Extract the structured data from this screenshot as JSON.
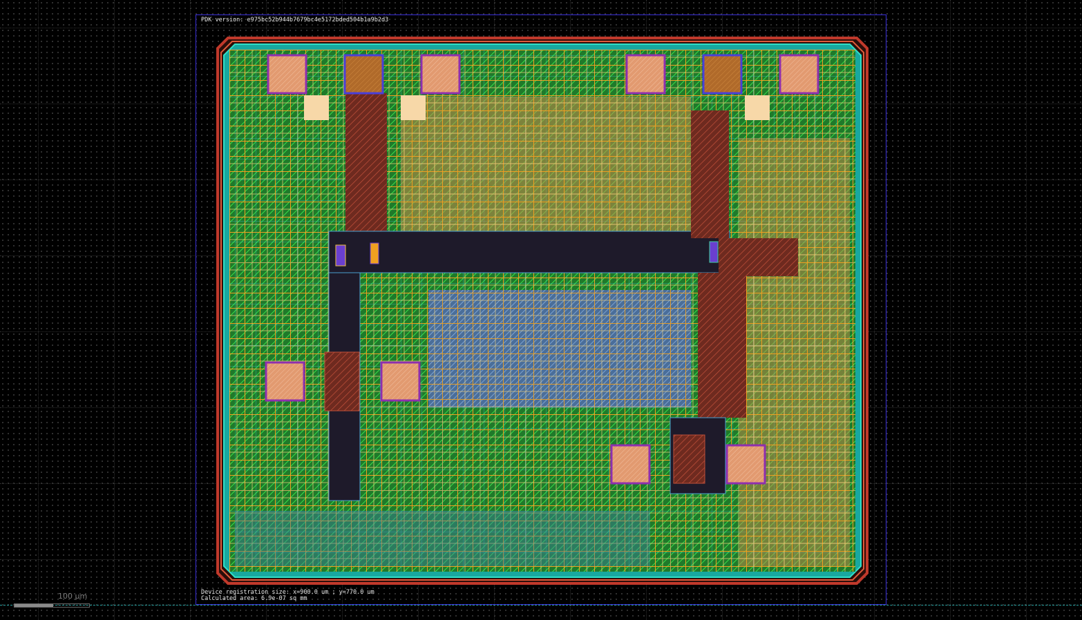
{
  "header": {
    "pdk_version": "PDK version: e975bc52b944b7679bc4e5172bded504b1a9b2d3"
  },
  "footer": {
    "registration": "Device registration size: x=900.0 um ; y=770.0 um",
    "area": "Calculated area: 6.9e-07 sq mm"
  },
  "scale": {
    "label": "100 µm",
    "fill_fraction": 0.52
  },
  "colors": {
    "background": "#000000",
    "boundary": "#3a2fd8",
    "seal_ring": "#c0392b",
    "metal_green": "#2ecc40",
    "metal_orange": "#f39c12",
    "metal_cyan": "#35c6e0",
    "pad_fill": "#e8a078",
    "pad_border": "#8e2fae",
    "trace_dark": "#1e1a2a"
  }
}
